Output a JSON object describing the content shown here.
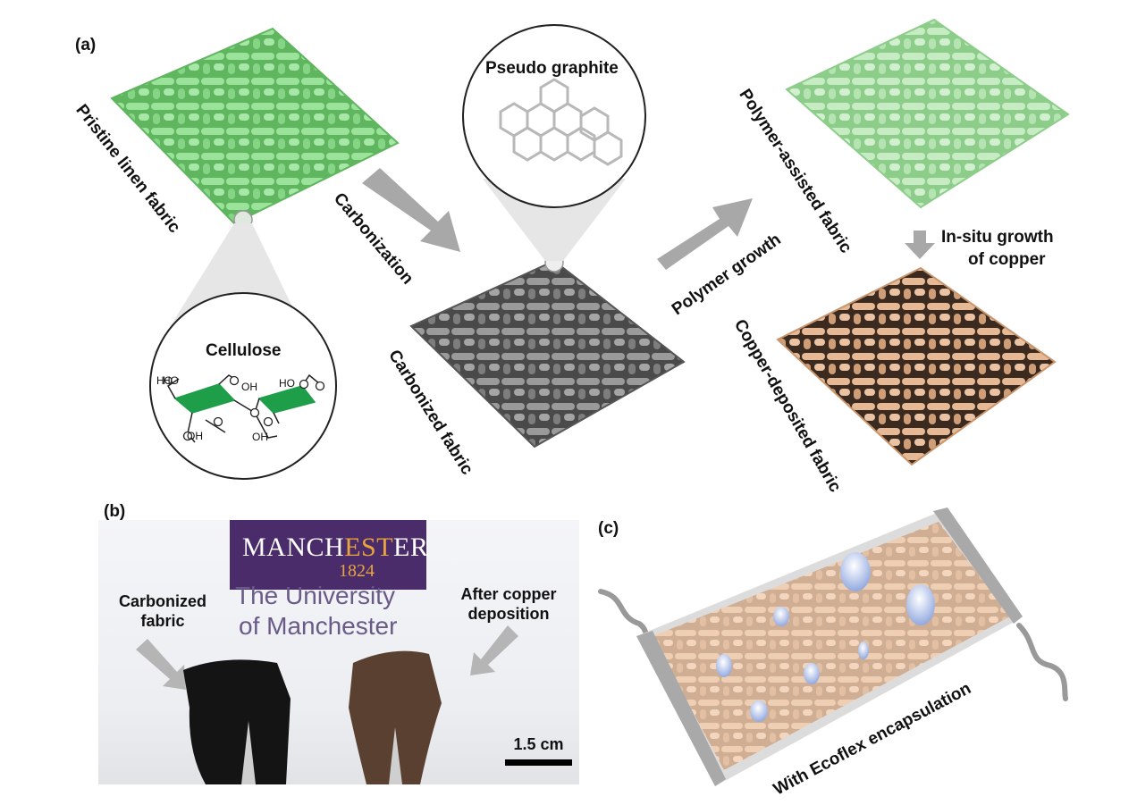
{
  "panel_a": {
    "label": "(a)",
    "pristine": "Pristine linen fabric",
    "cellulose": "Cellulose",
    "carbonization": "Carbonization",
    "pseudo_graphite": "Pseudo graphite",
    "carbonized_fabric": "Carbonized fabric",
    "polymer_growth": "Polymer growth",
    "polymer_assisted": "Polymer-assisted fabric",
    "insitu_line1": "In-situ growth",
    "insitu_line2": "of copper",
    "copper_deposited": "Copper-deposited fabric",
    "molecule_labels": {
      "ho": "HO",
      "o1": "O",
      "o2": "O",
      "o3": "O",
      "o4": "O",
      "o5": "O",
      "o6": "O",
      "o7": "O",
      "oh1": "OH",
      "oh2": "OH",
      "oh3": "HO",
      "oh4": "OH"
    }
  },
  "panel_b": {
    "label": "(b)",
    "logo_name_part1": "MANCH",
    "logo_name_part2": "EST",
    "logo_name_part3": "ER",
    "logo_year": "1824",
    "logo_line1": "The University",
    "logo_line2": "of Manchester",
    "left_label_line1": "Carbonized",
    "left_label_line2": "fabric",
    "right_label_line1": "After copper",
    "right_label_line2": "deposition",
    "scale_bar": "1.5 cm"
  },
  "panel_c": {
    "label": "(c)",
    "caption": "With Ecoflex encapsulation"
  },
  "colors": {
    "green_fabric": "#8fd98f",
    "gray_fabric": "#8a8a8a",
    "copper_fabric": "#e3b48e",
    "light_green_fabric": "#b3e3b0",
    "arrow_gray": "#a8a8a8",
    "cellulose_green": "#1f9e4a",
    "logo_purple": "#4a2c6b",
    "logo_gold": "#e8a43d"
  }
}
